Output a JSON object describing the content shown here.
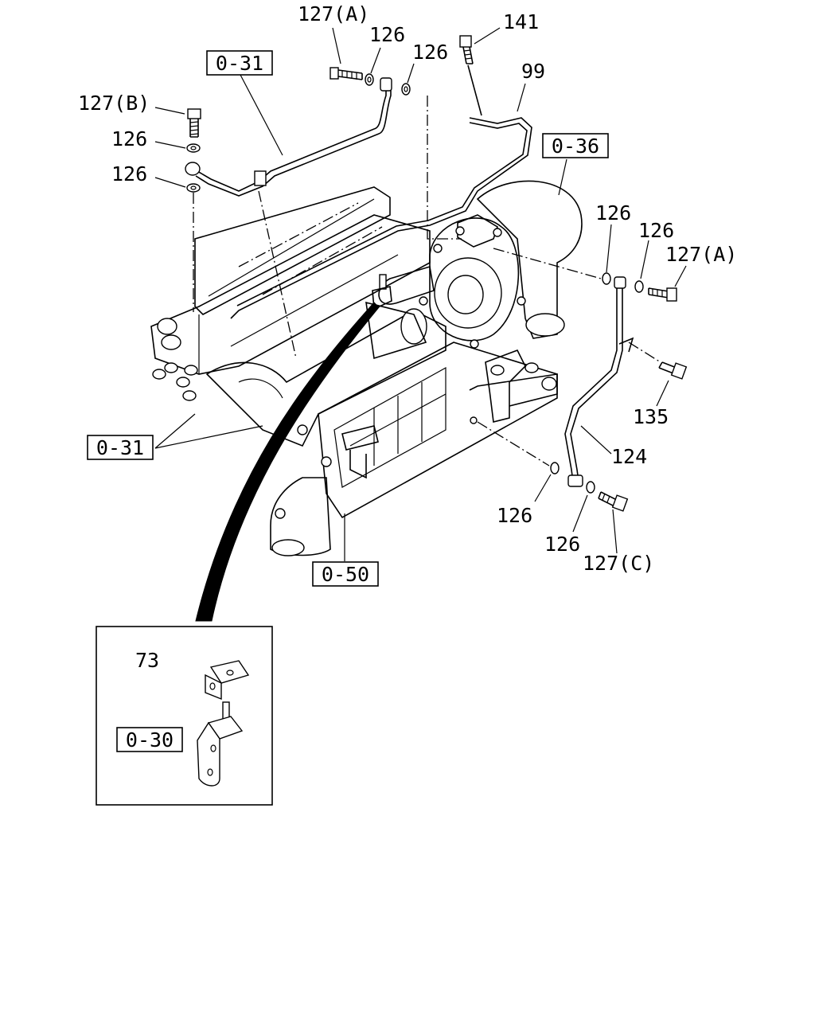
{
  "labels": {
    "l127a_top": "127(A)",
    "l126_top1": "126",
    "l126_top2": "126",
    "l141": "141",
    "l99": "99",
    "ref031_top": "0-31",
    "l127b": "127(B)",
    "l126_left1": "126",
    "l126_left2": "126",
    "ref036": "0-36",
    "l126_right1": "126",
    "l126_right2": "126",
    "l127a_right": "127(A)",
    "l135": "135",
    "l124": "124",
    "ref031_left": "0-31",
    "l126_bottom1": "126",
    "l126_bottom2": "126",
    "l127c": "127(C)",
    "ref050": "0-50",
    "l73": "73",
    "ref030": "0-30"
  }
}
